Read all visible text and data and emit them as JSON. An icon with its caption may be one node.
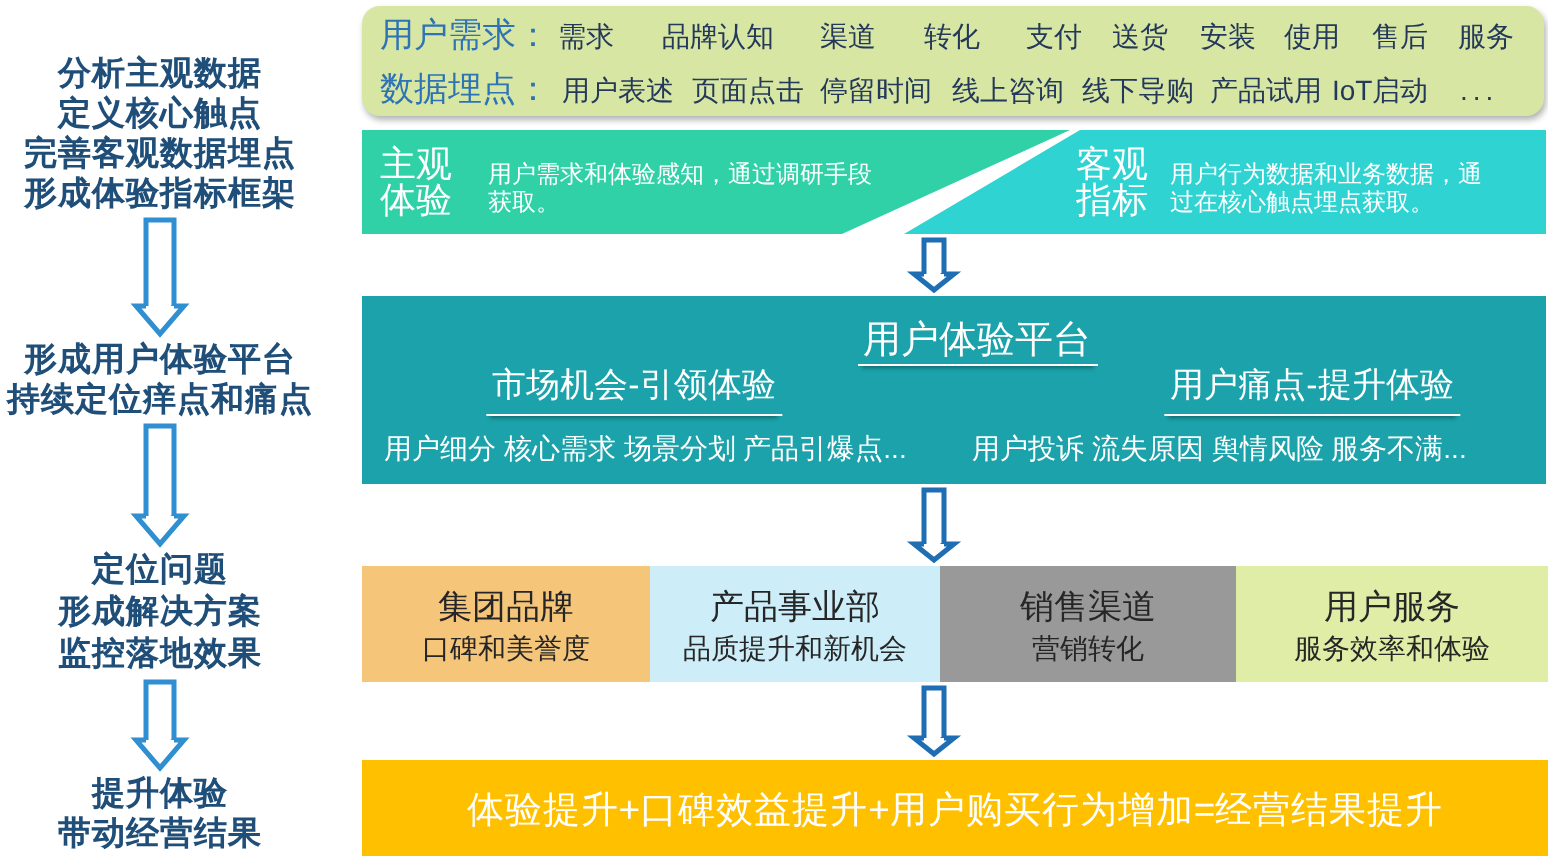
{
  "diagram": {
    "nodes": [
      {
        "text": [
          "分析主观数据",
          "定义核心触点",
          "完善客观数据埋点",
          "形成体验指标框架"
        ]
      },
      {
        "text": [
          "形成用户体验平台",
          "持续定位痒点和痛点"
        ]
      },
      {
        "text": [
          "定位问题",
          "形成解决方案",
          "监控落地效果"
        ]
      },
      {
        "text": [
          "提升体验",
          "带动经营结果"
        ]
      },
      {
        "text": [
          "用户需求：",
          "需求",
          "品牌认知",
          "渠道",
          "转化",
          "支付",
          "送货",
          "安装",
          "使用",
          "售后",
          "服务",
          "数据埋点：",
          "用户表述",
          "页面点击",
          "停留时间",
          "线上咨询",
          "线下导购",
          "产品试用",
          "IoT启动",
          "..."
        ]
      },
      {
        "text": [
          "主观体验",
          "用户需求和体验感知，通过调研手段获取。"
        ]
      },
      {
        "text": [
          "客观指标",
          "用户行为数据和业务数据，通过在核心触点埋点获取。"
        ]
      },
      {
        "text": [
          "用户体验平台",
          "市场机会-引领体验",
          "用户细分 核心需求 场景分划 产品引爆点...",
          "用户痛点-提升体验",
          "用户投诉 流失原因 舆情风险 服务不满..."
        ]
      },
      {
        "text": [
          "集团品牌",
          "口碑和美誉度"
        ]
      },
      {
        "text": [
          "产品事业部",
          "品质提升和新机会"
        ]
      },
      {
        "text": [
          "销售渠道",
          "营销转化"
        ]
      },
      {
        "text": [
          "用户服务",
          "服务效率和体验"
        ]
      },
      {
        "text": [
          "体验提升+口碑效益提升+用户购买行为增加=经营结果提升"
        ]
      }
    ],
    "edges": [
      {
        "from": 0,
        "to": 1,
        "arrow": "to"
      },
      {
        "from": 1,
        "to": 2,
        "arrow": "to"
      },
      {
        "from": 2,
        "to": 3,
        "arrow": "to"
      },
      {
        "from": 6,
        "to": 7,
        "arrow": "to"
      },
      {
        "from": 7,
        "to": 9,
        "arrow": "to"
      },
      {
        "from": 9,
        "to": 12,
        "arrow": "to"
      }
    ]
  }
}
